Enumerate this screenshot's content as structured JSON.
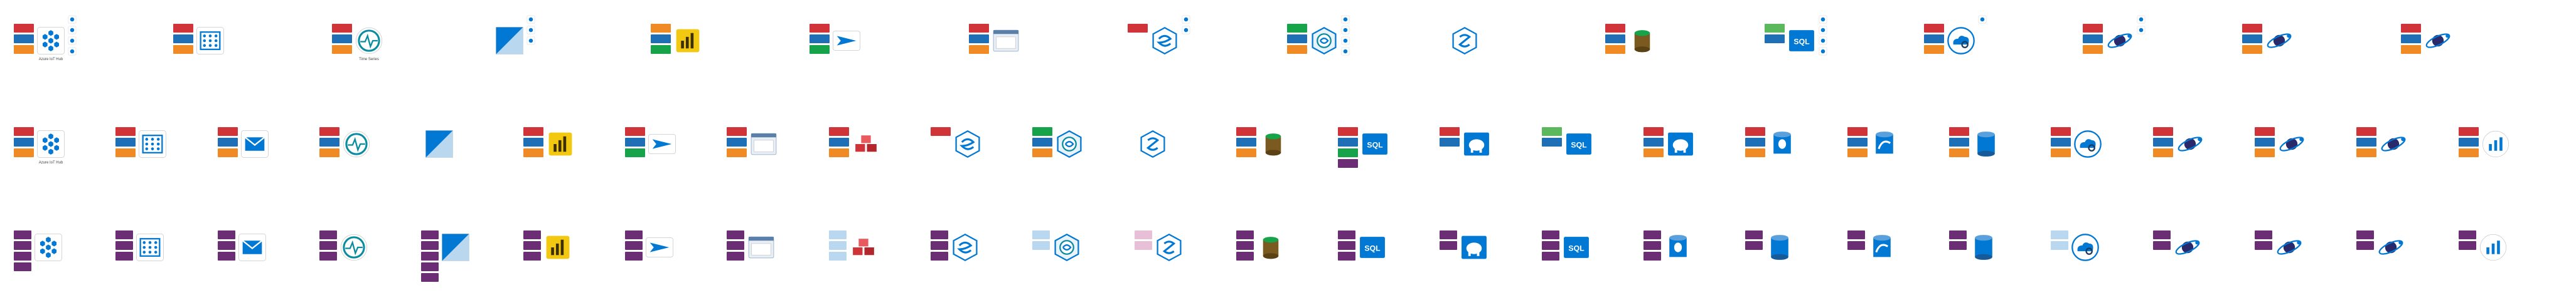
{
  "canvas": {
    "background": "#ffffff"
  },
  "colors": {
    "red": "#d13438",
    "blue": "#1f6fb6",
    "orange": "#f08a24",
    "green": "#16a34a",
    "lightgreen": "#5cb85c",
    "purple": "#6b2d73",
    "pink": "#e7c0d8",
    "lightblue": "#b9d7ee",
    "navy": "#1f3a5f",
    "azure": "#0078d4",
    "gold": "#f2c811",
    "teal": "#0a8ca0"
  },
  "rows": [
    {
      "id": "row-1",
      "tiles": [
        {
          "icon": "hex-cluster-icon",
          "tags": [
            "red",
            "blue",
            "orange"
          ],
          "side": [
            "shield-icon",
            "shield-icon",
            "shield-icon",
            "shield-icon"
          ],
          "caption": "Azure IoT Hub"
        },
        {
          "icon": "grid-dots-icon",
          "tags": [
            "red",
            "blue",
            "orange"
          ],
          "side": [],
          "caption": ""
        },
        {
          "icon": "pulse-icon",
          "tags": [
            "red",
            "blue",
            "orange"
          ],
          "side": [],
          "caption": "Time Series"
        },
        {
          "icon": "diagonal-split-icon",
          "tags": [],
          "side": [
            "shield-icon",
            "shield-icon",
            "shield-icon"
          ],
          "caption": ""
        },
        {
          "icon": "powerbi-icon",
          "tags": [
            "orange",
            "blue",
            "green"
          ],
          "side": [],
          "caption": ""
        },
        {
          "icon": "send-icon",
          "tags": [
            "red",
            "blue",
            "green"
          ],
          "side": [],
          "caption": ""
        },
        {
          "icon": "window-icon",
          "tags": [
            "red",
            "blue",
            "orange"
          ],
          "side": [],
          "caption": ""
        },
        {
          "icon": "swirl-icon",
          "tags": [
            "red"
          ],
          "side": [
            "shield-icon",
            "shield-icon"
          ],
          "caption": ""
        },
        {
          "icon": "swirl-hex-icon",
          "tags": [
            "green",
            "blue",
            "orange"
          ],
          "side": [
            "shield-icon",
            "shield-icon",
            "shield-icon",
            "shield-icon"
          ],
          "caption": ""
        },
        {
          "icon": "synapse-sql-icon",
          "tags": [],
          "side": [],
          "caption": ""
        },
        {
          "icon": "database-icon",
          "tags": [
            "red",
            "blue",
            "orange"
          ],
          "side": [],
          "caption": ""
        },
        {
          "icon": "sql-icon",
          "tags": [
            "lightgreen",
            "blue"
          ],
          "side": [
            "shield-icon",
            "shield-icon",
            "shield-icon",
            "shield-icon"
          ],
          "caption": ""
        },
        {
          "icon": "cloud-search-icon",
          "tags": [
            "red",
            "blue",
            "orange"
          ],
          "side": [
            "shield-icon"
          ],
          "caption": ""
        },
        {
          "icon": "cosmos-icon",
          "tags": [
            "red",
            "blue",
            "orange"
          ],
          "side": [
            "shield-icon",
            "shield-icon"
          ],
          "caption": ""
        },
        {
          "icon": "cosmos-icon",
          "tags": [
            "red",
            "blue",
            "orange"
          ],
          "side": [],
          "caption": ""
        },
        {
          "icon": "cosmos-icon",
          "tags": [
            "red",
            "blue",
            "orange"
          ],
          "side": [],
          "caption": ""
        }
      ]
    },
    {
      "id": "row-2",
      "tiles": [
        {
          "icon": "hex-cluster-icon",
          "tags": [
            "red",
            "blue",
            "orange"
          ],
          "side": [],
          "caption": "Azure IoT Hub"
        },
        {
          "icon": "grid-dots-icon",
          "tags": [
            "red",
            "blue",
            "orange"
          ],
          "side": [],
          "caption": ""
        },
        {
          "icon": "mail-icon",
          "tags": [
            "red",
            "blue",
            "orange"
          ],
          "side": [],
          "caption": ""
        },
        {
          "icon": "pulse-icon",
          "tags": [
            "red",
            "blue",
            "orange"
          ],
          "side": [],
          "caption": ""
        },
        {
          "icon": "diagonal-split-icon",
          "tags": [],
          "side": [],
          "caption": ""
        },
        {
          "icon": "powerbi-icon",
          "tags": [
            "red",
            "blue",
            "orange"
          ],
          "side": [],
          "caption": ""
        },
        {
          "icon": "send-icon",
          "tags": [
            "red",
            "blue",
            "green"
          ],
          "side": [],
          "caption": ""
        },
        {
          "icon": "window-icon",
          "tags": [
            "red",
            "blue",
            "orange"
          ],
          "side": [],
          "caption": ""
        },
        {
          "icon": "cubes-icon",
          "tags": [
            "red",
            "blue",
            "orange"
          ],
          "side": [],
          "caption": ""
        },
        {
          "icon": "swirl-icon",
          "tags": [
            "red"
          ],
          "side": [],
          "caption": ""
        },
        {
          "icon": "swirl-hex-icon",
          "tags": [
            "green",
            "blue",
            "orange"
          ],
          "side": [],
          "caption": ""
        },
        {
          "icon": "synapse-sql-icon",
          "tags": [],
          "side": [],
          "caption": ""
        },
        {
          "icon": "database-icon",
          "tags": [
            "red",
            "blue",
            "orange"
          ],
          "side": [],
          "caption": ""
        },
        {
          "icon": "sql-icon",
          "tags": [
            "red",
            "blue",
            "green",
            "purple"
          ],
          "side": [],
          "caption": ""
        },
        {
          "icon": "elephant-icon",
          "tags": [
            "red",
            "blue"
          ],
          "side": [],
          "caption": ""
        },
        {
          "icon": "sql-icon",
          "tags": [
            "lightgreen",
            "blue"
          ],
          "side": [],
          "caption": ""
        },
        {
          "icon": "elephant-icon",
          "tags": [
            "red",
            "blue",
            "orange"
          ],
          "side": [],
          "caption": ""
        },
        {
          "icon": "postgres-icon",
          "tags": [
            "red",
            "blue",
            "orange"
          ],
          "side": [],
          "caption": ""
        },
        {
          "icon": "mysql-icon",
          "tags": [
            "red",
            "blue",
            "orange"
          ],
          "side": [],
          "caption": ""
        },
        {
          "icon": "cylinder-icon",
          "tags": [
            "red",
            "blue",
            "orange"
          ],
          "side": [],
          "caption": ""
        },
        {
          "icon": "cloud-search-icon",
          "tags": [
            "red",
            "blue",
            "orange"
          ],
          "side": [],
          "caption": ""
        },
        {
          "icon": "cosmos-icon",
          "tags": [
            "red",
            "blue",
            "orange"
          ],
          "side": [],
          "caption": ""
        },
        {
          "icon": "cosmos-icon",
          "tags": [
            "red",
            "blue",
            "orange"
          ],
          "side": [],
          "caption": ""
        },
        {
          "icon": "cosmos-icon",
          "tags": [
            "red",
            "blue",
            "orange"
          ],
          "side": [],
          "caption": ""
        },
        {
          "icon": "bar-chart-icon",
          "tags": [
            "red",
            "blue",
            "orange"
          ],
          "side": [],
          "caption": ""
        }
      ]
    },
    {
      "id": "row-3",
      "tiles": [
        {
          "icon": "hex-cluster-icon",
          "tags": [
            "purple",
            "purple",
            "purple",
            "purple"
          ],
          "side": [],
          "caption": ""
        },
        {
          "icon": "grid-dots-icon",
          "tags": [
            "purple",
            "purple",
            "purple"
          ],
          "side": [],
          "caption": ""
        },
        {
          "icon": "mail-icon",
          "tags": [
            "purple",
            "purple",
            "purple"
          ],
          "side": [],
          "caption": ""
        },
        {
          "icon": "pulse-icon",
          "tags": [
            "purple",
            "purple",
            "purple"
          ],
          "side": [],
          "caption": ""
        },
        {
          "icon": "diagonal-split-icon",
          "tags": [
            "purple",
            "purple",
            "purple",
            "purple",
            "purple"
          ],
          "side": [],
          "caption": ""
        },
        {
          "icon": "powerbi-icon",
          "tags": [
            "purple",
            "purple",
            "purple"
          ],
          "side": [],
          "caption": ""
        },
        {
          "icon": "send-icon",
          "tags": [
            "purple",
            "purple",
            "purple"
          ],
          "side": [],
          "caption": ""
        },
        {
          "icon": "window-icon",
          "tags": [
            "purple",
            "purple",
            "purple"
          ],
          "side": [],
          "caption": ""
        },
        {
          "icon": "cubes-icon",
          "tags": [
            "lightblue",
            "lightblue",
            "lightblue"
          ],
          "side": [],
          "caption": ""
        },
        {
          "icon": "swirl-icon",
          "tags": [
            "purple",
            "purple",
            "purple"
          ],
          "side": [],
          "caption": ""
        },
        {
          "icon": "swirl-hex-icon",
          "tags": [
            "lightblue",
            "lightblue"
          ],
          "side": [],
          "caption": ""
        },
        {
          "icon": "synapse-sql-icon",
          "tags": [
            "pink",
            "pink"
          ],
          "side": [],
          "caption": ""
        },
        {
          "icon": "database-icon",
          "tags": [
            "purple",
            "purple",
            "purple"
          ],
          "side": [],
          "caption": ""
        },
        {
          "icon": "sql-icon",
          "tags": [
            "purple",
            "purple",
            "purple"
          ],
          "side": [],
          "caption": ""
        },
        {
          "icon": "elephant-icon",
          "tags": [
            "purple",
            "purple"
          ],
          "side": [],
          "caption": ""
        },
        {
          "icon": "sql-icon",
          "tags": [
            "purple",
            "purple",
            "purple"
          ],
          "side": [],
          "caption": ""
        },
        {
          "icon": "postgres-icon",
          "tags": [
            "purple",
            "purple",
            "purple"
          ],
          "side": [],
          "caption": ""
        },
        {
          "icon": "cylinder-icon",
          "tags": [
            "purple",
            "purple"
          ],
          "side": [],
          "caption": ""
        },
        {
          "icon": "mysql-icon",
          "tags": [
            "purple",
            "purple"
          ],
          "side": [],
          "caption": ""
        },
        {
          "icon": "cylinder-icon",
          "tags": [
            "purple",
            "purple"
          ],
          "side": [],
          "caption": ""
        },
        {
          "icon": "cloud-search-icon",
          "tags": [
            "lightblue",
            "lightblue"
          ],
          "side": [],
          "caption": ""
        },
        {
          "icon": "cosmos-icon",
          "tags": [
            "purple",
            "purple"
          ],
          "side": [],
          "caption": ""
        },
        {
          "icon": "cosmos-icon",
          "tags": [
            "purple",
            "purple"
          ],
          "side": [],
          "caption": ""
        },
        {
          "icon": "cosmos-icon",
          "tags": [
            "purple",
            "purple"
          ],
          "side": [],
          "caption": ""
        },
        {
          "icon": "bar-chart-icon",
          "tags": [
            "purple",
            "purple"
          ],
          "side": [],
          "caption": ""
        }
      ]
    }
  ]
}
